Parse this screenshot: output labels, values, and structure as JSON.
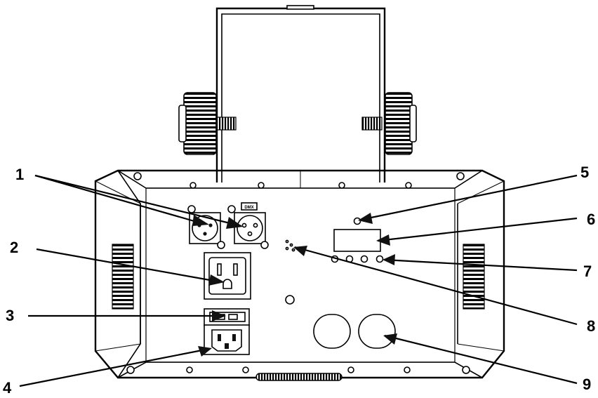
{
  "callouts": {
    "c1": "1",
    "c2": "2",
    "c3": "3",
    "c4": "4",
    "c5": "5",
    "c6": "6",
    "c7": "7",
    "c8": "8",
    "c9": "9"
  },
  "xlr_badge": "DMX",
  "colors": {
    "line": "#000000",
    "background": "#ffffff"
  }
}
